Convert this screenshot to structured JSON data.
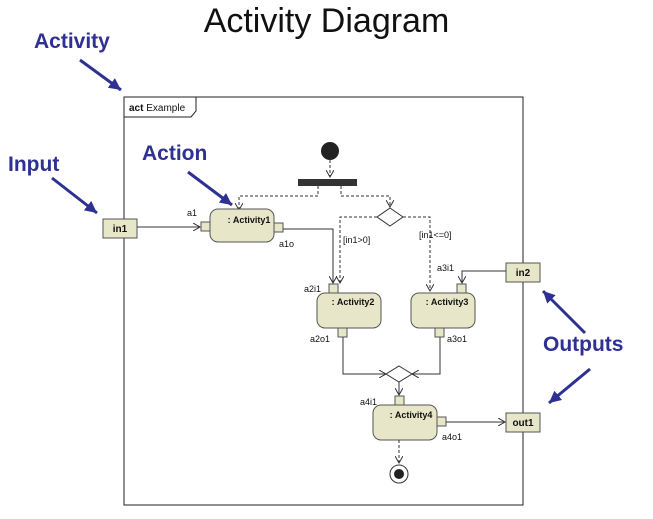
{
  "title": "Activity Diagram",
  "callouts": {
    "activity": "Activity",
    "input": "Input",
    "action": "Action",
    "outputs": "Outputs"
  },
  "frame": {
    "keyword": "act",
    "name": "Example"
  },
  "nodes": {
    "activity1": ": Activity1",
    "activity2": ": Activity2",
    "activity3": ": Activity3",
    "activity4": ": Activity4"
  },
  "parameters": {
    "in1": "in1",
    "in2": "in2",
    "out1": "out1"
  },
  "pins": {
    "a1": "a1",
    "a1o": "a1o",
    "a2i1": "a2i1",
    "a2o1": "a2o1",
    "a3i1": "a3i1",
    "a3o1": "a3o1",
    "a4i1": "a4i1",
    "a4o1": "a4o1"
  },
  "guards": {
    "left": "[in1>0]",
    "right": "[in1<=0]"
  },
  "colors": {
    "callout": "#2e3192",
    "action_fill": "#e8e6c8",
    "pin_fill": "#e8e6c8",
    "line": "#333333"
  }
}
